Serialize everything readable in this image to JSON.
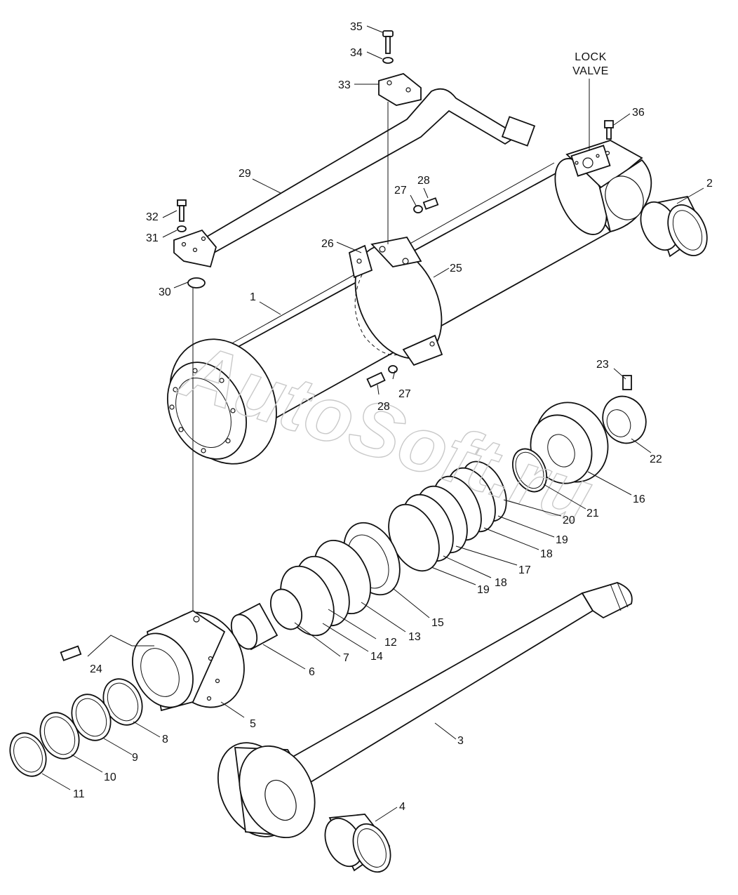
{
  "diagram": {
    "lock_valve_label": [
      "LOCK",
      "VALVE"
    ],
    "watermark": "AutoSoft.ru",
    "callouts": [
      {
        "id": "c1",
        "text": "1"
      },
      {
        "id": "c2",
        "text": "2"
      },
      {
        "id": "c3",
        "text": "3"
      },
      {
        "id": "c4",
        "text": "4"
      },
      {
        "id": "c5",
        "text": "5"
      },
      {
        "id": "c6",
        "text": "6"
      },
      {
        "id": "c7",
        "text": "7"
      },
      {
        "id": "c8",
        "text": "8"
      },
      {
        "id": "c9",
        "text": "9"
      },
      {
        "id": "c10",
        "text": "10"
      },
      {
        "id": "c11",
        "text": "11"
      },
      {
        "id": "c12",
        "text": "12"
      },
      {
        "id": "c13",
        "text": "13"
      },
      {
        "id": "c14",
        "text": "14"
      },
      {
        "id": "c15",
        "text": "15"
      },
      {
        "id": "c16",
        "text": "16"
      },
      {
        "id": "c17",
        "text": "17"
      },
      {
        "id": "c18a",
        "text": "18"
      },
      {
        "id": "c18b",
        "text": "18"
      },
      {
        "id": "c19a",
        "text": "19"
      },
      {
        "id": "c19b",
        "text": "19"
      },
      {
        "id": "c20",
        "text": "20"
      },
      {
        "id": "c21",
        "text": "21"
      },
      {
        "id": "c22",
        "text": "22"
      },
      {
        "id": "c23",
        "text": "23"
      },
      {
        "id": "c24",
        "text": "24"
      },
      {
        "id": "c25",
        "text": "25"
      },
      {
        "id": "c26",
        "text": "26"
      },
      {
        "id": "c27a",
        "text": "27"
      },
      {
        "id": "c27b",
        "text": "27"
      },
      {
        "id": "c28a",
        "text": "28"
      },
      {
        "id": "c28b",
        "text": "28"
      },
      {
        "id": "c29",
        "text": "29"
      },
      {
        "id": "c30",
        "text": "30"
      },
      {
        "id": "c31",
        "text": "31"
      },
      {
        "id": "c32",
        "text": "32"
      },
      {
        "id": "c33",
        "text": "33"
      },
      {
        "id": "c34",
        "text": "34"
      },
      {
        "id": "c35",
        "text": "35"
      },
      {
        "id": "c36",
        "text": "36"
      }
    ]
  }
}
